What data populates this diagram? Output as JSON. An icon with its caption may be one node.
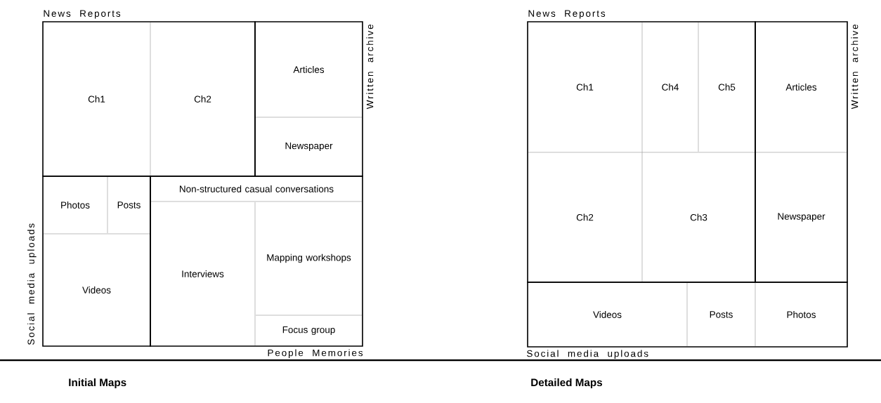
{
  "diagram": {
    "nodes": [
      {
        "text": [
          "News Reports"
        ]
      },
      {
        "text": [
          "Ch1"
        ],
        "in": 0
      },
      {
        "text": [
          "Ch2"
        ],
        "in": 0
      },
      {
        "text": [
          "Written archive"
        ]
      },
      {
        "text": [
          "Articles"
        ],
        "in": 3
      },
      {
        "text": [
          "Newspaper"
        ],
        "in": 3
      },
      {
        "text": [
          "Social media uploads"
        ]
      },
      {
        "text": [
          "Photos"
        ],
        "in": 6
      },
      {
        "text": [
          "Posts"
        ],
        "in": 6
      },
      {
        "text": [
          "Videos"
        ],
        "in": 6
      },
      {
        "text": [
          "People Memories"
        ]
      },
      {
        "text": [
          "Non-structured casual conversations"
        ],
        "in": 10
      },
      {
        "text": [
          "Interviews"
        ],
        "in": 10
      },
      {
        "text": [
          "Mapping workshops"
        ],
        "in": 10
      },
      {
        "text": [
          "Focus group"
        ],
        "in": 10
      },
      {
        "text": [
          "News Reports"
        ]
      },
      {
        "text": [
          "Ch1"
        ],
        "in": 15
      },
      {
        "text": [
          "Ch4"
        ],
        "in": 15
      },
      {
        "text": [
          "Ch5"
        ],
        "in": 15
      },
      {
        "text": [
          "Ch2"
        ],
        "in": 15
      },
      {
        "text": [
          "Ch3"
        ],
        "in": 15
      },
      {
        "text": [
          "Written archive"
        ]
      },
      {
        "text": [
          "Articles"
        ],
        "in": 21
      },
      {
        "text": [
          "Newspaper"
        ],
        "in": 21
      },
      {
        "text": [
          "Social media uploads"
        ]
      },
      {
        "text": [
          "Videos"
        ],
        "in": 24
      },
      {
        "text": [
          "Posts"
        ],
        "in": 24
      },
      {
        "text": [
          "Photos"
        ],
        "in": 24
      }
    ],
    "labels": [
      "Initial Maps",
      "Detailed Maps"
    ]
  }
}
